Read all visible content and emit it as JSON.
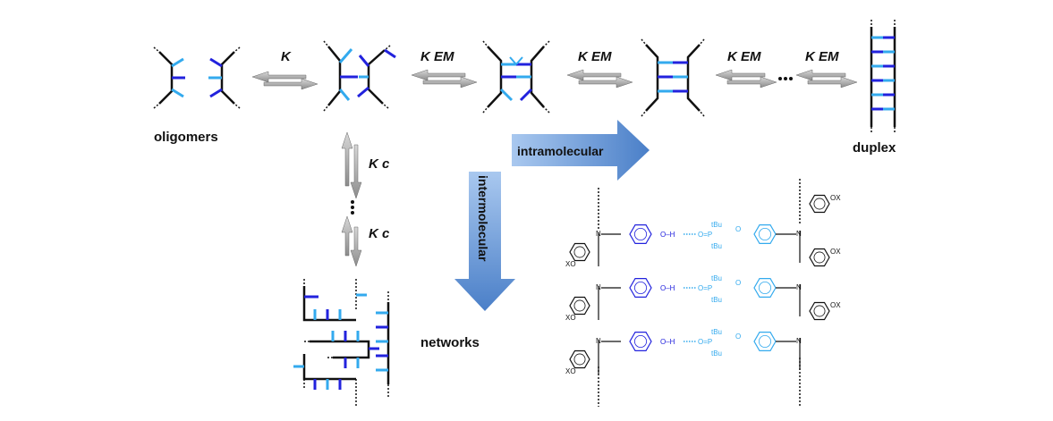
{
  "labels": {
    "oligomers": "oligomers",
    "duplex": "duplex",
    "networks": "networks",
    "intramolecular": "intramolecular",
    "intermolecular": "intermolecular"
  },
  "equilibria": {
    "k": "K",
    "k_em": "K EM",
    "k_c": "K c"
  },
  "chem": {
    "hydroxyl": "O–H",
    "phosphine_oxide": "O=P",
    "tbu": "tBu",
    "ox": "OX",
    "xo": "XO",
    "n": "N",
    "o": "O"
  },
  "colors": {
    "donor_blue": "#2222dd",
    "acceptor_blue": "#33aaee",
    "arrow_gray": "#9a9a9a",
    "big_arrow_light": "#a9c8ef",
    "big_arrow_dark": "#4a7fc8",
    "backbone": "#111111"
  }
}
